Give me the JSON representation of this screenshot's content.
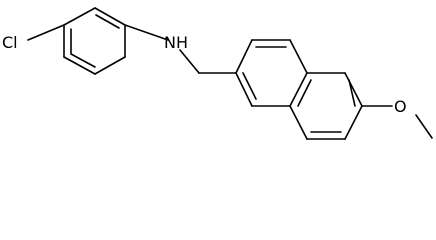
{
  "molecule": {
    "atoms": {
      "chlorine": "Cl",
      "amine": "NH",
      "oxygen": "O"
    }
  }
}
